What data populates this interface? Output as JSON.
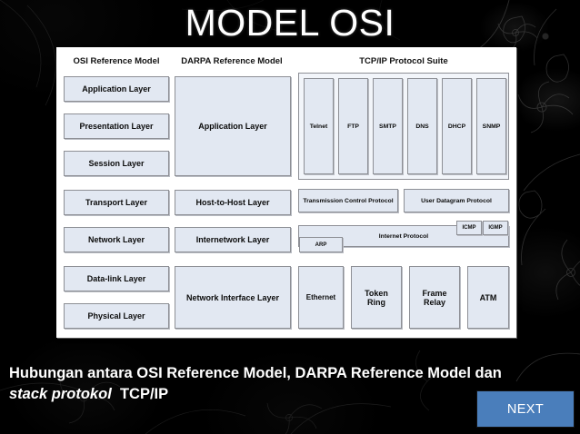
{
  "slide": {
    "title": "MODEL OSI",
    "caption_line1": "Hubungan antara OSI Reference Model, DARPA Reference Model dan",
    "caption_italic": "stack protokol",
    "caption_tail": "TCP/IP",
    "next_label": "NEXT",
    "accent_color": "#4a7ebb",
    "box_fill": "#e2e8f2",
    "box_border": "#8d8f95",
    "panel_bg": "#ffffff",
    "background_color": "#000000"
  },
  "diagram": {
    "headers": {
      "osi": "OSI Reference Model",
      "darpa": "DARPA Reference Model",
      "tcpip": "TCP/IP Protocol Suite"
    },
    "osi_layers": [
      "Application Layer",
      "Presentation Layer",
      "Session Layer",
      "Transport Layer",
      "Network Layer",
      "Data-link Layer",
      "Physical Layer"
    ],
    "darpa_layers": [
      "Application Layer",
      "Host-to-Host Layer",
      "Internetwork Layer",
      "Network Interface Layer"
    ],
    "application_protocols": [
      "Telnet",
      "FTP",
      "SMTP",
      "DNS",
      "DHCP",
      "SNMP"
    ],
    "transport_protocols": [
      "Transmission Control Protocol",
      "User Datagram Protocol"
    ],
    "internet_layer": {
      "main": "Internet Protocol",
      "side": [
        "ICMP",
        "IGMP"
      ],
      "sub": "ARP"
    },
    "network_access": [
      "Ethernet",
      "Token Ring",
      "Frame Relay",
      "ATM"
    ]
  }
}
